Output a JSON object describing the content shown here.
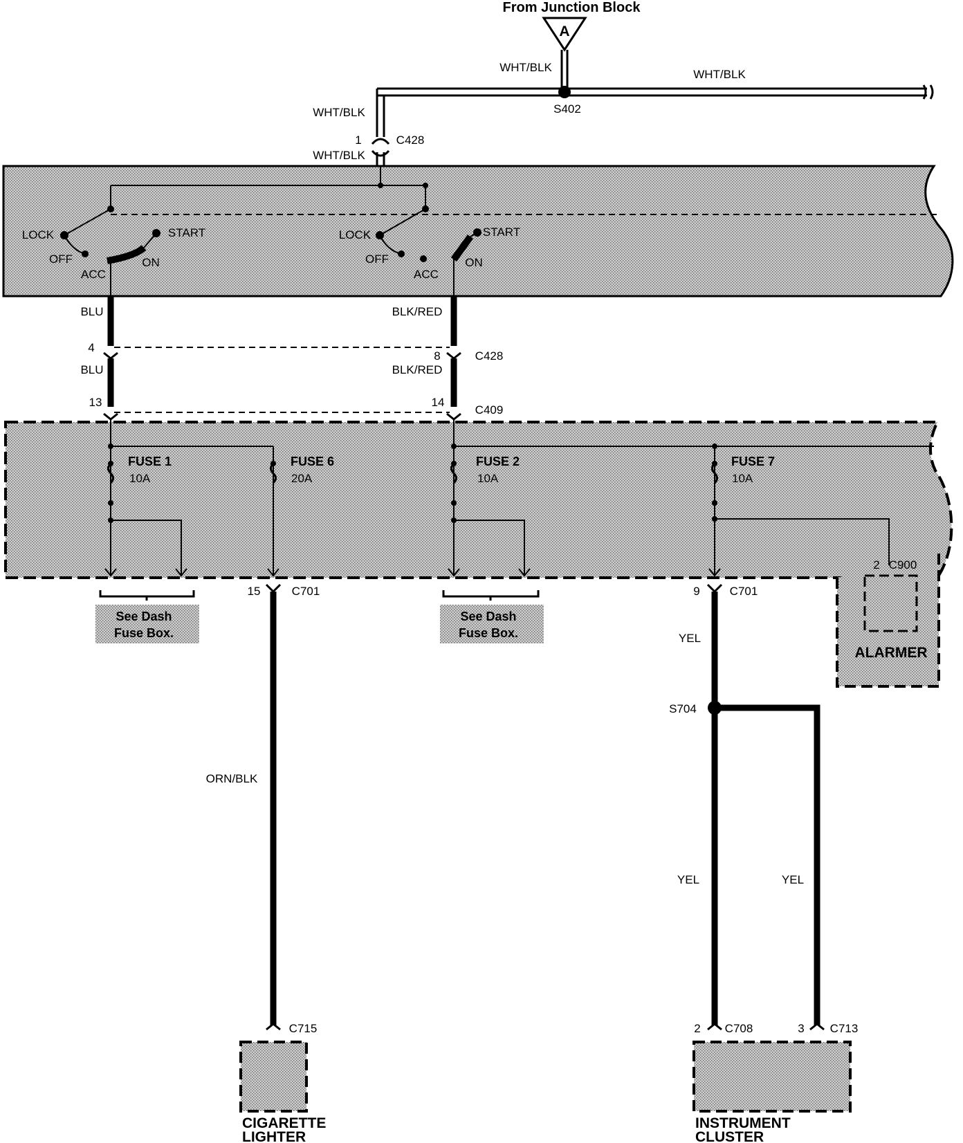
{
  "header": {
    "source_label": "From Junction Block",
    "source_connector": "A"
  },
  "wires": {
    "wht_blk": "WHT/BLK",
    "blu": "BLU",
    "blk_red": "BLK/RED",
    "orn_blk": "ORN/BLK",
    "yel": "YEL"
  },
  "splices": {
    "s402": "S402",
    "s704": "S704"
  },
  "connectors": {
    "c428": "C428",
    "c409": "C409",
    "c701": "C701",
    "c900": "C900",
    "c715": "C715",
    "c708": "C708",
    "c713": "C713"
  },
  "pins": {
    "c428_top": "1",
    "c428_left": "4",
    "c428_right": "8",
    "c409_left": "13",
    "c409_right": "14",
    "c701_left": "15",
    "c701_right": "9",
    "c900": "2",
    "c708": "2",
    "c713": "3"
  },
  "ignition_switch": {
    "lock": "LOCK",
    "off": "OFF",
    "acc": "ACC",
    "on": "ON",
    "start": "START"
  },
  "fuses": [
    {
      "name": "FUSE 1",
      "rating": "10A"
    },
    {
      "name": "FUSE 6",
      "rating": "20A"
    },
    {
      "name": "FUSE 2",
      "rating": "10A"
    },
    {
      "name": "FUSE 7",
      "rating": "10A"
    }
  ],
  "notes": {
    "see_dash_line1": "See Dash",
    "see_dash_line2": "Fuse Box."
  },
  "components": {
    "alarmer": "ALARMER",
    "cigarette_lighter_line1": "CIGARETTE",
    "cigarette_lighter_line2": "LIGHTER",
    "instrument_cluster_line1": "INSTRUMENT",
    "instrument_cluster_line2": "CLUSTER"
  },
  "colors": {
    "ink": "#000000",
    "shade": "#bdbdbd",
    "background": "#ffffff"
  }
}
